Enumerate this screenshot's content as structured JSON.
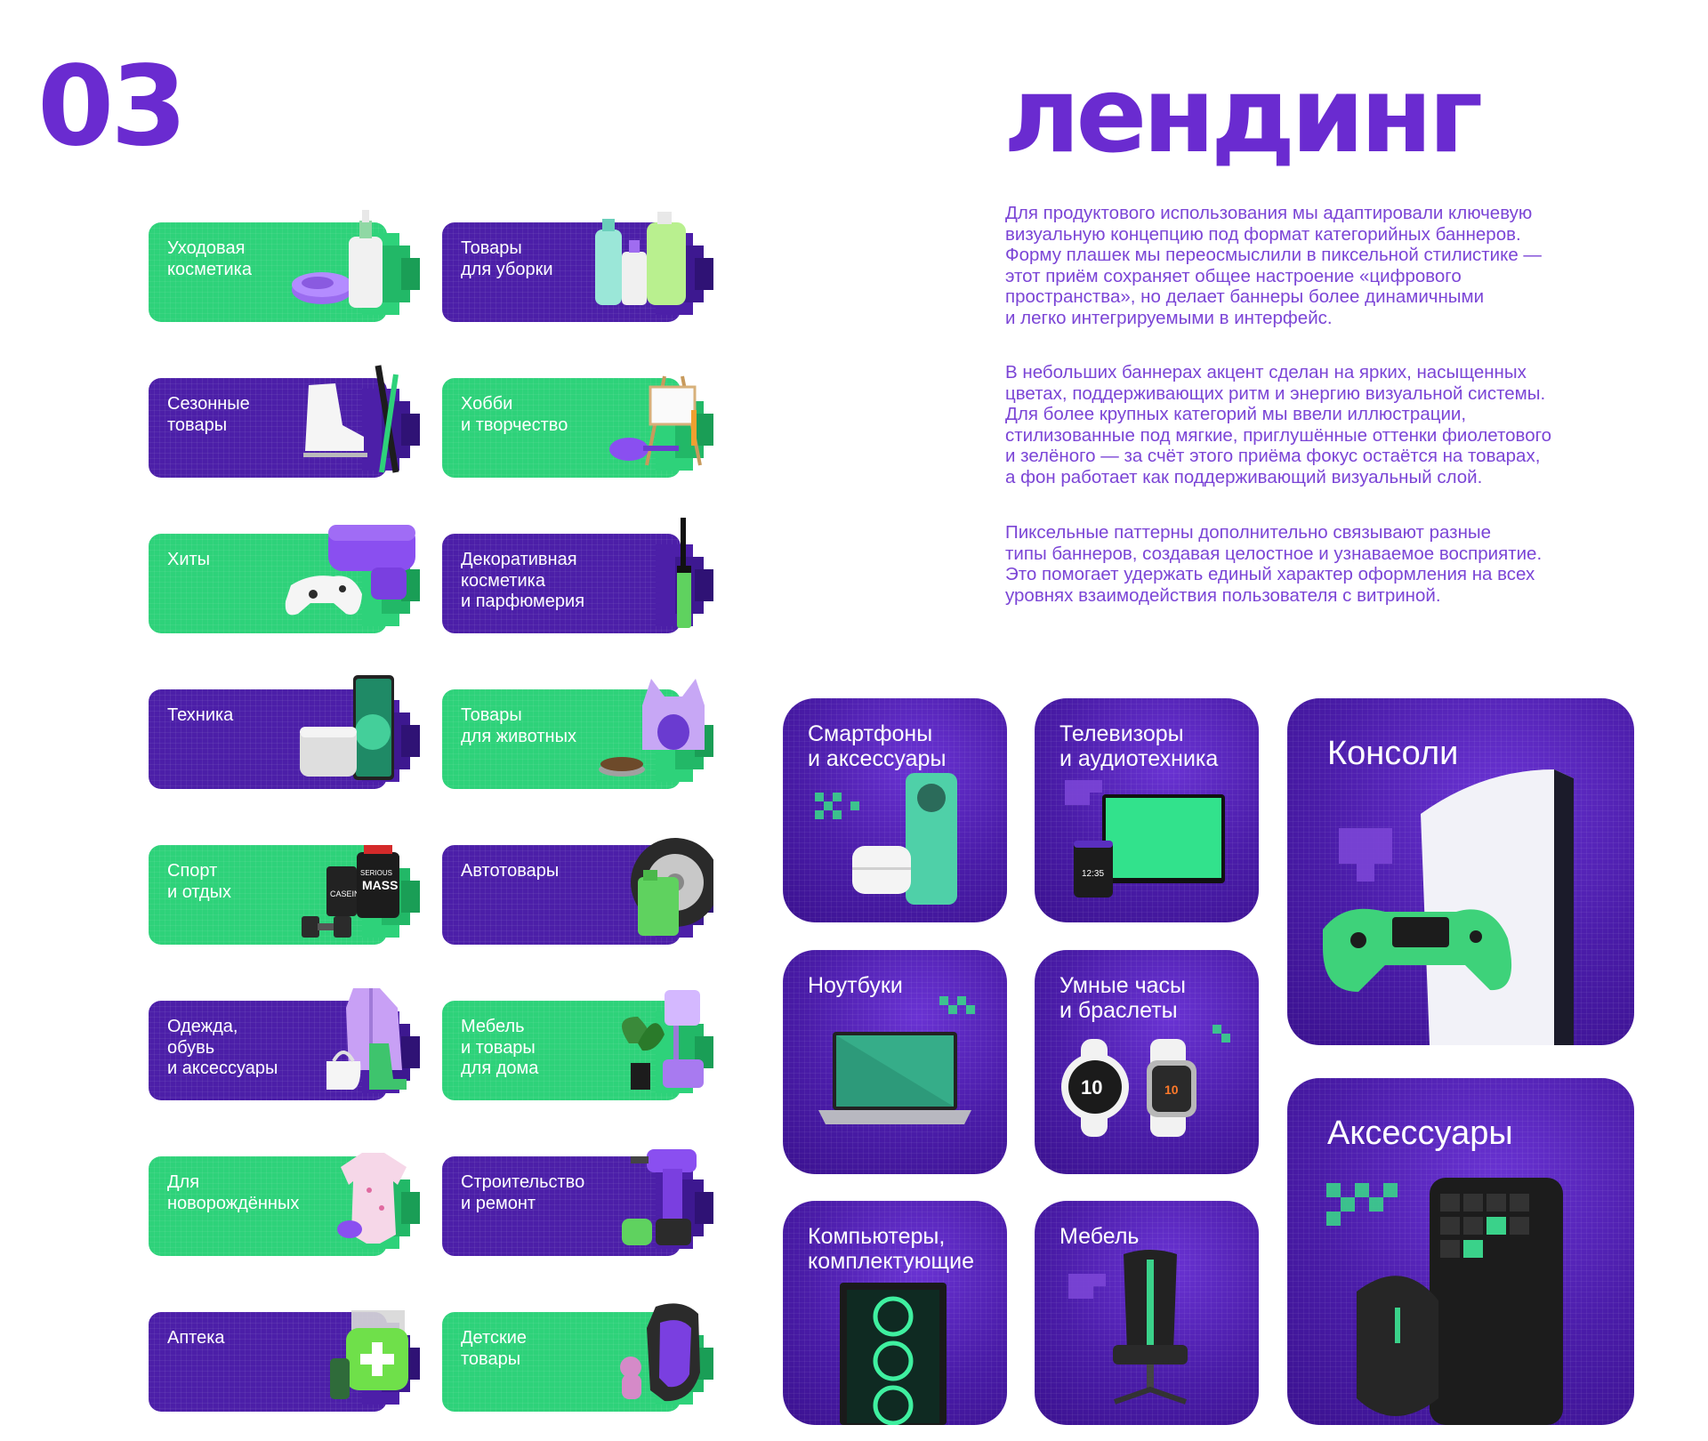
{
  "header": {
    "section_number": "03",
    "title": "лендинг"
  },
  "description": {
    "paragraphs": [
      "Для продуктового использования мы адаптировали ключевую\nвизуальную концепцию под формат категорийных баннеров.\nФорму плашек мы переосмыслили в пиксельной стилистике —\nэтот приём сохраняет общее настроение «цифрового\nпространства», но делает баннеры более динамичными\nи легко интегрируемыми в интерфейс.",
      "В небольших баннерах акцент сделан на ярких, насыщенных\nцветах, поддерживающих ритм и энергию визуальной системы.\nДля более крупных категорий мы ввели иллюстрации,\nстилизованные под мягкие, приглушённые оттенки фиолетового\nи зелёного — за счёт этого приёма фокус остаётся на товарах,\nа фон работает как поддерживающий визуальный слой.",
      "Пиксельные паттерны дополнительно связывают разные\nтипы баннеров, создавая целостное и узнаваемое восприятие.\nЭто помогает удержать единый характер оформления на всех\nуровнях взаимодействия пользователя с витриной."
    ]
  },
  "colors": {
    "accent_purple": "#6a2bd0",
    "banner_green": "#2ed27a",
    "banner_purple": "#4c1fa8",
    "text_purple": "#7b45d6"
  },
  "banners": [
    {
      "label": "Уходовая\nкосметика",
      "color": "green",
      "icon": "cosmetics-bottle-icon"
    },
    {
      "label": "Товары\nдля уборки",
      "color": "purple",
      "icon": "cleaning-bottles-icon"
    },
    {
      "label": "Сезонные\nтовары",
      "color": "purple",
      "icon": "skate-icon"
    },
    {
      "label": "Хобби\nи творчество",
      "color": "green",
      "icon": "easel-icon"
    },
    {
      "label": "Хиты",
      "color": "green",
      "icon": "gamepad-icon"
    },
    {
      "label": "Декоративная\nкосметика\nи парфюмерия",
      "color": "purple",
      "icon": "mascara-icon"
    },
    {
      "label": "Техника",
      "color": "purple",
      "icon": "smartphone-icon"
    },
    {
      "label": "Товары\nдля животных",
      "color": "green",
      "icon": "pet-house-icon"
    },
    {
      "label": "Спорт\nи отдых",
      "color": "green",
      "icon": "dumbbell-icon"
    },
    {
      "label": "Автотовары",
      "color": "purple",
      "icon": "tire-icon"
    },
    {
      "label": "Одежда,\nобувь\nи аксессуары",
      "color": "purple",
      "icon": "jacket-icon"
    },
    {
      "label": "Мебель\nи товары\nдля дома",
      "color": "green",
      "icon": "plant-icon"
    },
    {
      "label": "Для\nноворождённых",
      "color": "green",
      "icon": "baby-bodysuit-icon"
    },
    {
      "label": "Строительство\nи ремонт",
      "color": "purple",
      "icon": "drill-icon"
    },
    {
      "label": "Аптека",
      "color": "purple",
      "icon": "first-aid-icon"
    },
    {
      "label": "Детские\nтовары",
      "color": "green",
      "icon": "car-seat-icon"
    }
  ],
  "tiles": [
    {
      "label": "Смартфоны\nи аксессуары",
      "icon": "smartphone-earbuds-icon"
    },
    {
      "label": "Телевизоры\nи аудиотехника",
      "icon": "tv-icon"
    },
    {
      "label": "Консоли",
      "icon": "console-icon"
    },
    {
      "label": "Ноутбуки",
      "icon": "laptop-icon"
    },
    {
      "label": "Умные часы\nи браслеты",
      "icon": "smartwatch-icon"
    },
    {
      "label": "Компьютеры,\nкомплектующие",
      "icon": "pc-case-icon"
    },
    {
      "label": "Мебель",
      "icon": "gaming-chair-icon"
    },
    {
      "label": "Аксессуары",
      "icon": "keyboard-mouse-icon"
    }
  ],
  "product_texts": {
    "speaker_time": "12:35",
    "watch_time": "10",
    "watch_time_small": "10",
    "protein_brand": "MASS",
    "protein_top": "SERIOUS",
    "casein": "CASEIN"
  }
}
